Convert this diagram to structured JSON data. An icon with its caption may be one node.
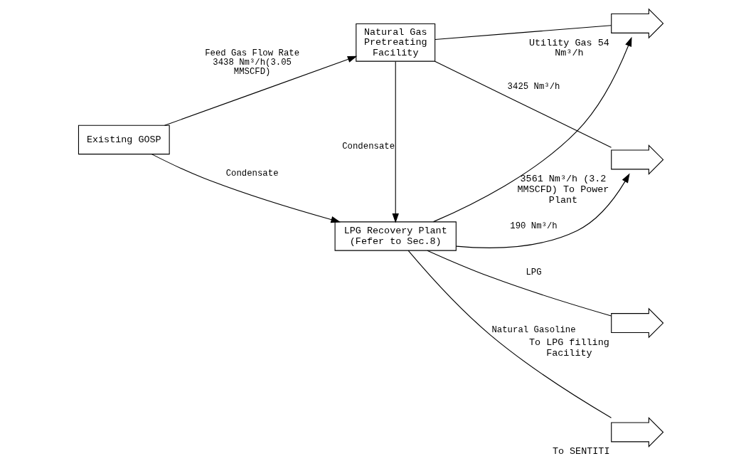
{
  "diagram": {
    "nodes": [
      {
        "text": [
          "Existing GOSP"
        ]
      },
      {
        "text": [
          "Natural Gas Pretreating Facility"
        ]
      },
      {
        "text": [
          "LPG Recovery Plant (Fefer to Sec.8)"
        ]
      },
      {
        "text": [],
        "shape": "arrow",
        "beside": [
          "Utility Gas 54 Nm³/h"
        ]
      },
      {
        "text": [],
        "shape": "arrow",
        "beside": [
          "3561 Nm³/h (3.2 MMSCFD) To Power Plant"
        ]
      },
      {
        "text": [],
        "shape": "arrow",
        "beside": [
          "To LPG filling Facility"
        ]
      },
      {
        "text": [],
        "shape": "arrow",
        "beside": [
          "To SENTITI"
        ]
      }
    ],
    "edges": [
      {
        "from": 0,
        "to": 1,
        "arrow": "to",
        "label": "Feed Gas Flow Rate 3438 Nm³/h(3.05 MMSCFD)"
      },
      {
        "from": 1,
        "to": 3,
        "arrow": "none"
      },
      {
        "from": 1,
        "to": 4,
        "arrow": "none",
        "label": "3425 Nm³/h"
      },
      {
        "from": 2,
        "to": 3,
        "arrow": "to"
      },
      {
        "from": 2,
        "to": 4,
        "arrow": "to",
        "label": "190 Nm³/h"
      },
      {
        "from": 0,
        "to": 2,
        "arrow": "to",
        "label": "Condensate"
      },
      {
        "from": 1,
        "to": 2,
        "arrow": "to",
        "label": "Condensate"
      },
      {
        "from": 2,
        "to": 5,
        "arrow": "none",
        "label": "LPG"
      },
      {
        "from": 2,
        "to": 6,
        "arrow": "none",
        "label": "Natural Gasoline"
      }
    ]
  }
}
